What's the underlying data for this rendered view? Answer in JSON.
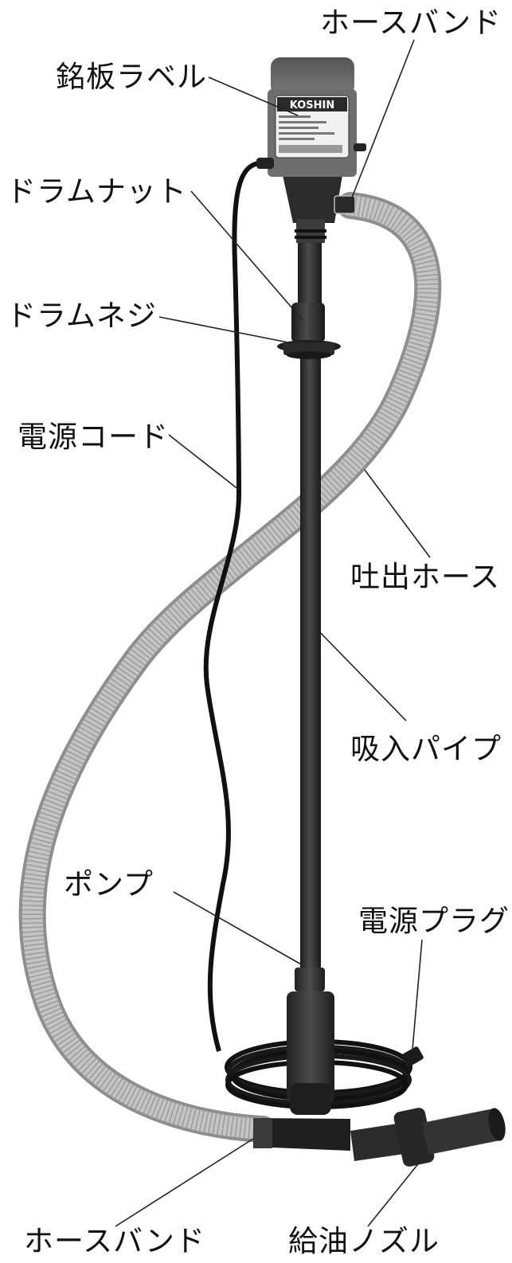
{
  "labels": {
    "hose_band_top": "ホースバンド",
    "nameplate_label": "銘板ラベル",
    "drum_nut": "ドラムナット",
    "drum_screw": "ドラムネジ",
    "power_cord": "電源コード",
    "discharge_hose": "吐出ホース",
    "suction_pipe": "吸入パイプ",
    "pump": "ポンプ",
    "power_plug": "電源プラグ",
    "hose_band_bottom": "ホースバンド",
    "refueling_nozzle": "給油ノズル"
  },
  "nameplate": {
    "brand": "KOSHIN"
  },
  "colors": {
    "background": "#ffffff",
    "label_text": "#111111",
    "leader_line": "#222222",
    "pipe_dark": "#2e2e2e",
    "hose_light": "#b4b4b4",
    "cord_black": "#111111",
    "motor_housing": "#6a6a6a"
  }
}
